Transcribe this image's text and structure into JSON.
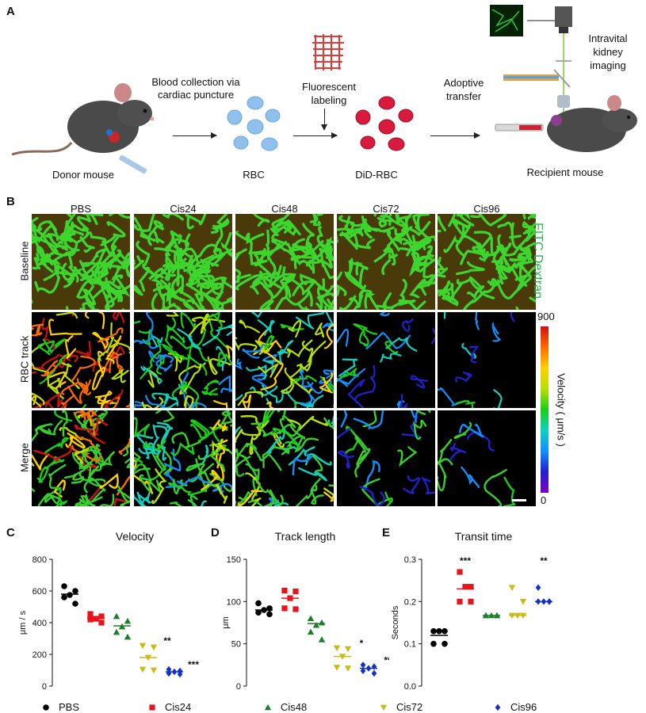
{
  "panels": {
    "a": "A",
    "b": "B",
    "c": "C",
    "d": "D",
    "e": "E"
  },
  "panel_a": {
    "donor": "Donor mouse",
    "blood": "Blood collection via\ncardiac puncture",
    "rbc": "RBC",
    "fluor": "Fluorescent\nlabeling",
    "did_rbc": "DiD-RBC",
    "adoptive": "Adoptive\ntransfer",
    "intravital": "Intravital\nkidney\nimaging",
    "recipient": "Recipient mouse"
  },
  "panel_b": {
    "columns": [
      "PBS",
      "Cis24",
      "Cis48",
      "Cis72",
      "Cis96"
    ],
    "rows": [
      "Baseline",
      "RBC track",
      "Merge"
    ],
    "stain_label": "FITC Dextran",
    "colorbar": {
      "max": "900",
      "min": "0",
      "label": "Velocity ( μm/s )"
    },
    "densities": [
      1.0,
      0.95,
      0.85,
      0.35,
      0.18
    ],
    "speed_bias": [
      0.85,
      0.55,
      0.55,
      0.3,
      0.25
    ]
  },
  "legend": [
    {
      "name": "PBS",
      "color": "#000000",
      "marker": "circle"
    },
    {
      "name": "Cis24",
      "color": "#e8141c",
      "marker": "square"
    },
    {
      "name": "Cis48",
      "color": "#1c7f2a",
      "marker": "triangle-up"
    },
    {
      "name": "Cis72",
      "color": "#c8bc14",
      "marker": "triangle-down"
    },
    {
      "name": "Cis96",
      "color": "#1430c8",
      "marker": "diamond"
    }
  ],
  "chart_data": [
    {
      "type": "scatter",
      "title": "Velocity",
      "ylabel": "μm / s",
      "ylim": [
        0,
        800
      ],
      "yticks": [
        0,
        200,
        400,
        600,
        800
      ],
      "groups": [
        "PBS",
        "Cis24",
        "Cis48",
        "Cis72",
        "Cis96"
      ],
      "series": [
        {
          "name": "PBS",
          "values": [
            630,
            600,
            575,
            560,
            520
          ],
          "median": 580
        },
        {
          "name": "Cis24",
          "values": [
            455,
            440,
            425,
            420,
            400
          ],
          "median": 430
        },
        {
          "name": "Cis48",
          "values": [
            440,
            410,
            375,
            340,
            310
          ],
          "median": 380
        },
        {
          "name": "Cis72",
          "values": [
            255,
            245,
            180,
            105,
            100
          ],
          "median": 180
        },
        {
          "name": "Cis96",
          "values": [
            105,
            95,
            90,
            80,
            75
          ],
          "median": 90
        }
      ],
      "annotations": [
        "",
        "",
        "",
        "**",
        "***"
      ]
    },
    {
      "type": "scatter",
      "title": "Track length",
      "ylabel": "μm",
      "ylim": [
        0,
        150
      ],
      "yticks": [
        0,
        50,
        100,
        150
      ],
      "groups": [
        "PBS",
        "Cis24",
        "Cis48",
        "Cis72",
        "Cis96"
      ],
      "series": [
        {
          "name": "PBS",
          "values": [
            98,
            92,
            90,
            87,
            85
          ],
          "median": 90
        },
        {
          "name": "Cis24",
          "values": [
            113,
            112,
            104,
            92,
            91
          ],
          "median": 104
        },
        {
          "name": "Cis48",
          "values": [
            80,
            75,
            72,
            64,
            55
          ],
          "median": 74
        },
        {
          "name": "Cis72",
          "values": [
            45,
            44,
            35,
            22,
            21
          ],
          "median": 35
        },
        {
          "name": "Cis96",
          "values": [
            25,
            23,
            21,
            18,
            15
          ],
          "median": 21
        }
      ],
      "annotations": [
        "",
        "",
        "",
        "*",
        "**"
      ]
    },
    {
      "type": "scatter",
      "title": "Transit time",
      "ylabel": "Seconds",
      "ylim": [
        0,
        0.3
      ],
      "yticks": [
        "0.0",
        "0.1",
        "0.2",
        "0.3"
      ],
      "groups": [
        "PBS",
        "Cis24",
        "Cis48",
        "Cis72",
        "Cis96"
      ],
      "series": [
        {
          "name": "PBS",
          "values": [
            0.13,
            0.13,
            0.13,
            0.1,
            0.1
          ],
          "median": 0.12
        },
        {
          "name": "Cis24",
          "values": [
            0.27,
            0.235,
            0.235,
            0.2,
            0.2
          ],
          "median": 0.23
        },
        {
          "name": "Cis48",
          "values": [
            0.167,
            0.167,
            0.167,
            0.167,
            0.167
          ],
          "median": 0.167
        },
        {
          "name": "Cis72",
          "values": [
            0.233,
            0.2,
            0.167,
            0.167,
            0.167
          ],
          "median": 0.167
        },
        {
          "name": "Cis96",
          "values": [
            0.233,
            0.2,
            0.2,
            0.2,
            0.2
          ],
          "median": 0.2
        }
      ],
      "annotations": [
        "",
        "***",
        "",
        "",
        "**"
      ]
    }
  ]
}
